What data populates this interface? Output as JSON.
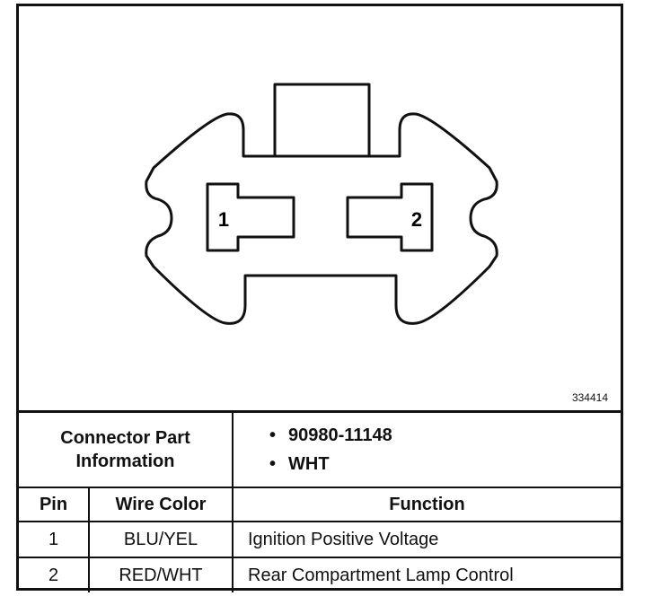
{
  "figure_number": "334414",
  "pins": {
    "left": "1",
    "right": "2"
  },
  "connector_part_information": {
    "label_line1": "Connector Part",
    "label_line2": "Information",
    "values": [
      "90980-11148",
      "WHT"
    ]
  },
  "table": {
    "headers": [
      "Pin",
      "Wire Color",
      "Function"
    ],
    "rows": [
      {
        "pin": "1",
        "wire_color": "BLU/YEL",
        "function": "Ignition Positive Voltage"
      },
      {
        "pin": "2",
        "wire_color": "RED/WHT",
        "function": "Rear Compartment Lamp Control"
      }
    ]
  }
}
